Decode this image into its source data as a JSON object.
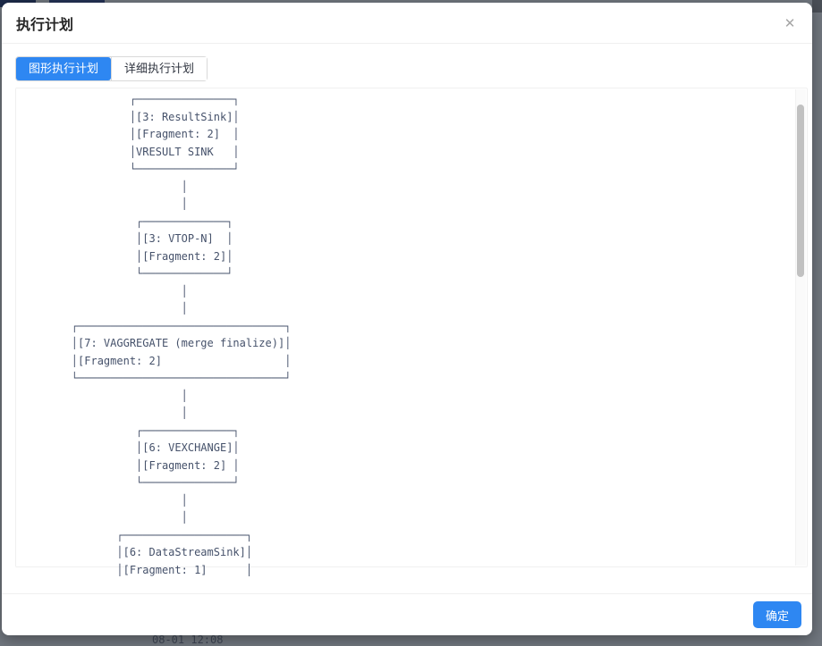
{
  "modal": {
    "title": "执行计划",
    "close_icon": "✕",
    "tabs": [
      {
        "label": "图形执行计划",
        "active": true
      },
      {
        "label": "详细执行计划",
        "active": false
      }
    ],
    "footer": {
      "ok_label": "确定"
    }
  },
  "colors": {
    "accent_blue": "#2e87f2",
    "plan_text": "#46526b",
    "backdrop": "#70767e"
  },
  "plan": {
    "type": "graph",
    "nodes": [
      {
        "id": "3",
        "operator": "ResultSink",
        "fragment": "2",
        "extra": "VRESULT SINK"
      },
      {
        "id": "3",
        "operator": "VTOP-N",
        "fragment": "2",
        "extra": ""
      },
      {
        "id": "7",
        "operator": "VAGGREGATE (merge finalize)",
        "fragment": "2",
        "extra": ""
      },
      {
        "id": "6",
        "operator": "VEXCHANGE",
        "fragment": "2",
        "extra": ""
      },
      {
        "id": "6",
        "operator": "DataStreamSink",
        "fragment": "1",
        "extra": ""
      }
    ],
    "ascii_lines": [
      "                 ┌───────────────┐",
      "                 │[3: ResultSink]│",
      "                 │[Fragment: 2]  │",
      "                 │VRESULT SINK   │",
      "                 └───────────────┘",
      "                         │",
      "                         │",
      "                  ┌─────────────┐",
      "                  │[3: VTOP-N]  │",
      "                  │[Fragment: 2]│",
      "                  └─────────────┘",
      "                         │",
      "                         │",
      "        ┌────────────────────────────────┐",
      "        │[7: VAGGREGATE (merge finalize)]│",
      "        │[Fragment: 2]                   │",
      "        └────────────────────────────────┘",
      "                         │",
      "                         │",
      "                  ┌──────────────┐",
      "                  │[6: VEXCHANGE]│",
      "                  │[Fragment: 2] │",
      "                  └──────────────┘",
      "                         │",
      "                         │",
      "               ┌───────────────────┐",
      "               │[6: DataStreamSink]│",
      "               │[Fragment: 1]      │"
    ]
  },
  "background": {
    "clipped_text": "08-01 12:08"
  }
}
